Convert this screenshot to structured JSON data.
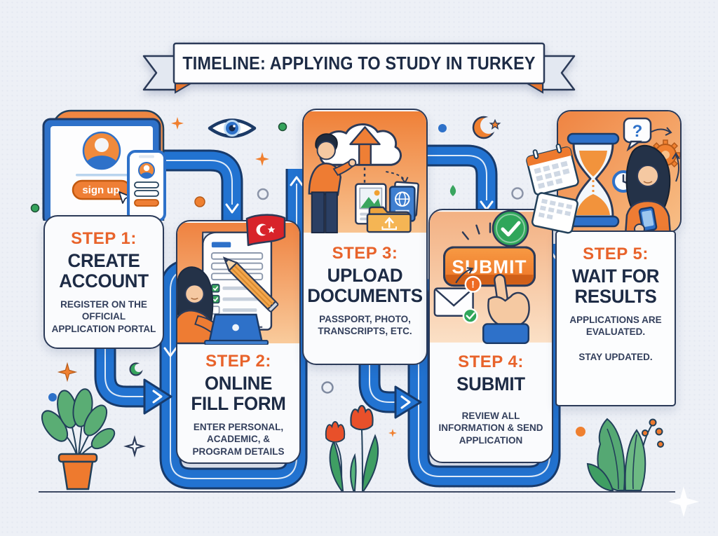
{
  "banner": {
    "title": "TIMELINE: APPLYING TO STUDY IN TURKEY"
  },
  "steps": [
    {
      "label": "STEP 1:",
      "title_lines": [
        "CREATE",
        "ACCOUNT"
      ],
      "desc": "REGISTER ON THE OFFICIAL APPLICATION PORTAL"
    },
    {
      "label": "STEP 2:",
      "title_lines": [
        "ONLINE",
        "FILL FORM"
      ],
      "desc": "ENTER PERSONAL, ACADEMIC, & PROGRAM DETAILS"
    },
    {
      "label": "STEP 3:",
      "title_lines": [
        "UPLOAD",
        "DOCUMENTS"
      ],
      "desc": "PASSPORT, PHOTO, TRANSCRIPTS, ETC."
    },
    {
      "label": "STEP 4:",
      "title_lines": [
        "SUBMIT"
      ],
      "desc": "REVIEW ALL INFORMATION & SEND APPLICATION"
    },
    {
      "label": "STEP 5:",
      "title_lines": [
        "WAIT FOR",
        "RESULTS"
      ],
      "desc": "APPLICATIONS ARE EVALUATED.",
      "desc2": "STAY UPDATED."
    }
  ],
  "illustrations": {
    "sign_up_button": "sign up",
    "submit_button": "SUBMIT",
    "question_bubble": "?",
    "alert_badge": "!"
  },
  "colors": {
    "accent_orange": "#E8632B",
    "navy": "#1D2B45",
    "path_blue": "#2273D1",
    "flag_red": "#D8232A",
    "success_green": "#2FA65A",
    "background": "#EDF0F6"
  }
}
